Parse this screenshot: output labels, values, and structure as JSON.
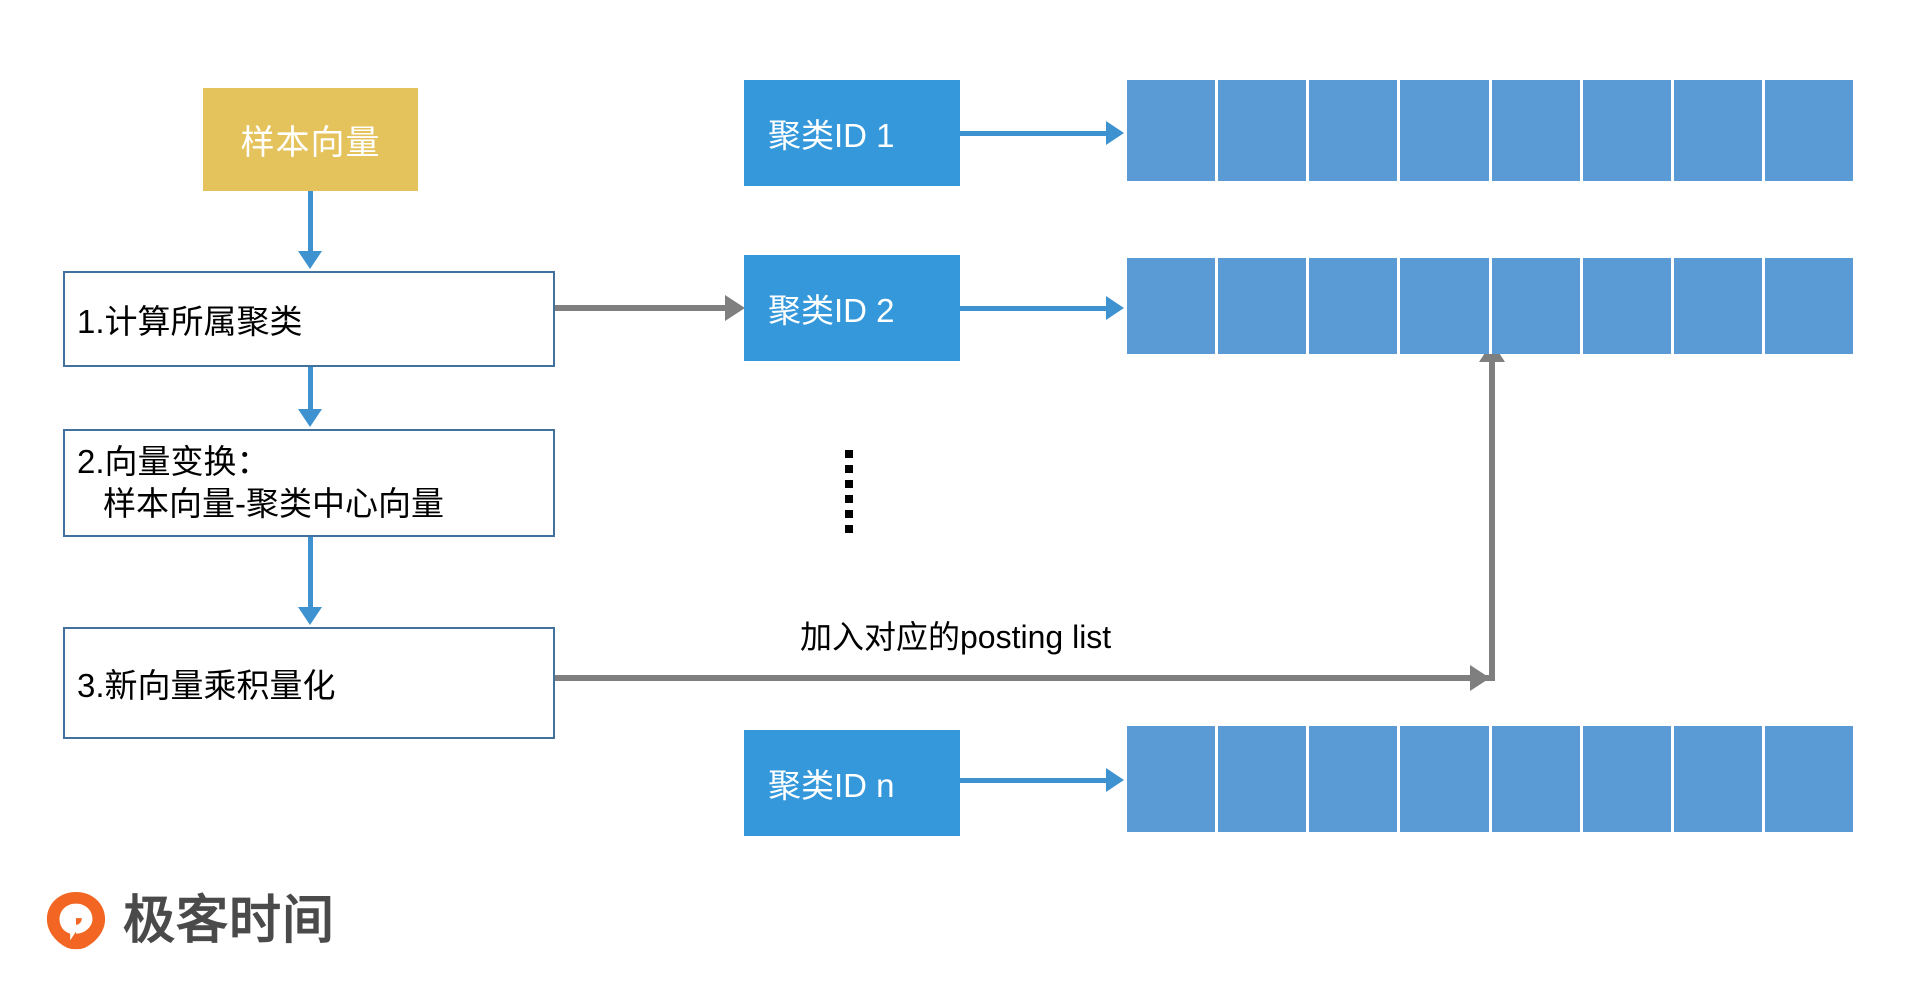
{
  "flow": {
    "sample_box": {
      "label": "样本向量"
    },
    "steps": [
      {
        "label": "1.计算所属聚类"
      },
      {
        "line1": "2.向量变换：",
        "line2": "样本向量-聚类中心向量"
      },
      {
        "label": "3.新向量乘积量化"
      }
    ]
  },
  "clusters": [
    {
      "label": "聚类ID 1",
      "cells": 8
    },
    {
      "label": "聚类ID 2",
      "cells": 8
    },
    {
      "label": "聚类ID n",
      "cells": 8
    }
  ],
  "ellipsis": {
    "dots": 6
  },
  "caption": {
    "text": "加入对应的posting list"
  },
  "logo": {
    "text": "极客时间"
  },
  "colors": {
    "sample_fill": "#E5C35C",
    "step_border": "#41719C",
    "cluster_fill": "#3498DB",
    "cell_fill": "#5B9BD5",
    "blue_arrow": "#3E92CF",
    "gray_arrow": "#7F7F7F",
    "logo_mark": "#F26522",
    "logo_text": "#4A4A4A"
  }
}
